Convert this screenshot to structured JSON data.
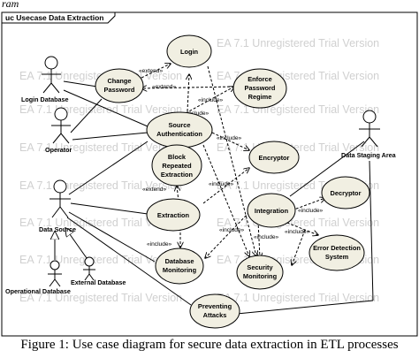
{
  "top_fragment": "ram",
  "frame_title": "uc Usecase Data Extraction",
  "watermark": "EA 7.1 Unregistered Trial Version",
  "caption": "Figure 1: Use case diagram for secure data extraction in ETL processes",
  "use_cases": [
    {
      "id": "login",
      "lines": [
        "Login"
      ]
    },
    {
      "id": "change_password",
      "lines": [
        "Change",
        "Password"
      ]
    },
    {
      "id": "enforce_password",
      "lines": [
        "Enforce",
        "Password",
        "Regime"
      ]
    },
    {
      "id": "source_auth",
      "lines": [
        "Source",
        "Authentication"
      ]
    },
    {
      "id": "block_extraction",
      "lines": [
        "Block",
        "Repeated",
        "Extraction"
      ]
    },
    {
      "id": "encryptor",
      "lines": [
        "Encryptor"
      ]
    },
    {
      "id": "extraction",
      "lines": [
        "Extraction"
      ]
    },
    {
      "id": "integration",
      "lines": [
        "Integration"
      ]
    },
    {
      "id": "decryptor",
      "lines": [
        "Decryptor"
      ]
    },
    {
      "id": "error_detection",
      "lines": [
        "Error Detection",
        "System"
      ]
    },
    {
      "id": "db_monitoring",
      "lines": [
        "Database",
        "Monitoring"
      ]
    },
    {
      "id": "security_monitoring",
      "lines": [
        "Security",
        "Monitoring"
      ]
    },
    {
      "id": "preventing_attacks",
      "lines": [
        "Preventing",
        "Attacks"
      ]
    }
  ],
  "actors": [
    {
      "id": "login_db",
      "label": "Login Database"
    },
    {
      "id": "operator",
      "label": "Operator"
    },
    {
      "id": "data_source",
      "label": "Data Source"
    },
    {
      "id": "operational_db",
      "label": "Operational Database"
    },
    {
      "id": "external_db",
      "label": "External Database"
    },
    {
      "id": "staging_area",
      "label": "Data Staging Area"
    }
  ],
  "relations": [
    {
      "id": "r1",
      "label": "«extend»"
    },
    {
      "id": "r2",
      "label": "«extend»"
    },
    {
      "id": "r3",
      "label": "«include»"
    },
    {
      "id": "r4",
      "label": "«include»"
    },
    {
      "id": "r5",
      "label": "«include»"
    },
    {
      "id": "r6",
      "label": "«extend»"
    },
    {
      "id": "r7",
      "label": "«include»"
    },
    {
      "id": "r8",
      "label": "«include»"
    },
    {
      "id": "r9",
      "label": "«include»"
    },
    {
      "id": "r10",
      "label": "«include»"
    },
    {
      "id": "r11",
      "label": "«include»"
    },
    {
      "id": "r12",
      "label": "«include»"
    }
  ]
}
